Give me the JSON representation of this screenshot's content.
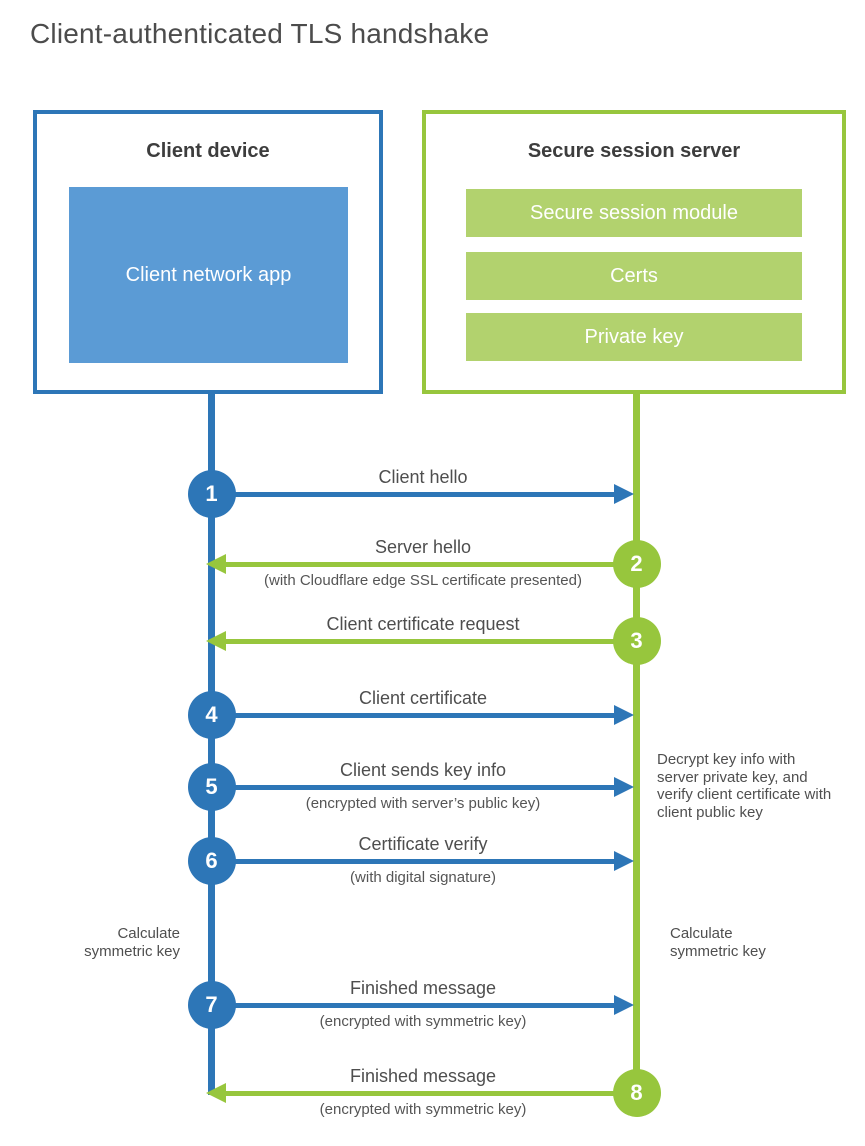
{
  "title": "Client-authenticated TLS handshake",
  "client": {
    "title": "Client device",
    "app": "Client network app"
  },
  "server": {
    "title": "Secure session server",
    "modules": [
      "Secure session module",
      "Certs",
      "Private key"
    ]
  },
  "messages": [
    {
      "number": "1",
      "label": "Client hello",
      "sublabel": "",
      "direction": "to-server"
    },
    {
      "number": "2",
      "label": "Server hello",
      "sublabel": "(with Cloudflare edge SSL certificate presented)",
      "direction": "to-client"
    },
    {
      "number": "3",
      "label": "Client certificate request",
      "sublabel": "",
      "direction": "to-client"
    },
    {
      "number": "4",
      "label": "Client certificate",
      "sublabel": "",
      "direction": "to-server"
    },
    {
      "number": "5",
      "label": "Client sends key info",
      "sublabel": "(encrypted with server’s public key)",
      "direction": "to-server"
    },
    {
      "number": "6",
      "label": "Certificate verify",
      "sublabel": "(with digital signature)",
      "direction": "to-server"
    },
    {
      "number": "7",
      "label": "Finished message",
      "sublabel": "(encrypted with symmetric key)",
      "direction": "to-server"
    },
    {
      "number": "8",
      "label": "Finished message",
      "sublabel": "(encrypted with symmetric key)",
      "direction": "to-client"
    }
  ],
  "annotations": {
    "decrypt_note": "Decrypt key info with server private key, and verify client certificate with client public key",
    "calculate_left": "Calculate symmetric key",
    "calculate_right": "Calculate symmetric key"
  },
  "colors": {
    "blue": "#2d76b7",
    "blue_fill": "#5b9bd5",
    "green": "#97c63d",
    "green_fill": "#b2d26e"
  }
}
